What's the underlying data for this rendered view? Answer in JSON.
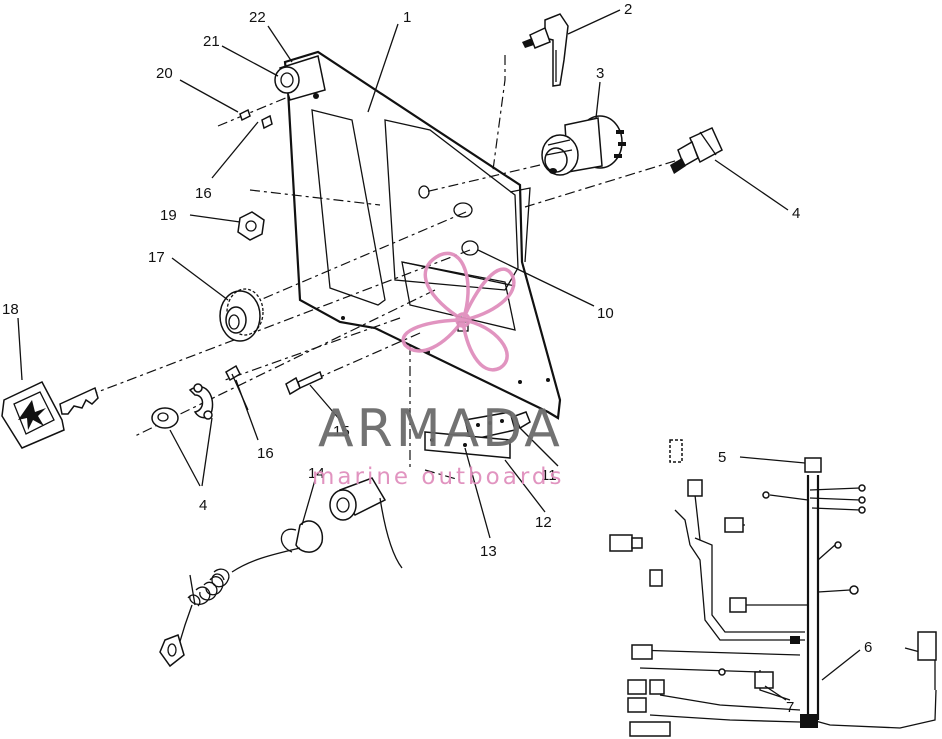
{
  "watermark": {
    "brand": "ARMADA",
    "tagline": "marine outboards",
    "logo_color": "#e08fbd",
    "brand_color": "#6b6b6b"
  },
  "callouts": [
    {
      "id": "c1",
      "label": "1"
    },
    {
      "id": "c2",
      "label": "2"
    },
    {
      "id": "c3",
      "label": "3"
    },
    {
      "id": "c4a",
      "label": "4"
    },
    {
      "id": "c4b",
      "label": "4"
    },
    {
      "id": "c5",
      "label": "5"
    },
    {
      "id": "c6",
      "label": "6"
    },
    {
      "id": "c7",
      "label": "7"
    },
    {
      "id": "c10",
      "label": "10"
    },
    {
      "id": "c11",
      "label": "11"
    },
    {
      "id": "c12",
      "label": "12"
    },
    {
      "id": "c13",
      "label": "13"
    },
    {
      "id": "c14",
      "label": "14"
    },
    {
      "id": "c15",
      "label": "15"
    },
    {
      "id": "c16a",
      "label": "16"
    },
    {
      "id": "c16b",
      "label": "16"
    },
    {
      "id": "c17",
      "label": "17"
    },
    {
      "id": "c18",
      "label": "18"
    },
    {
      "id": "c19",
      "label": "19"
    },
    {
      "id": "c20",
      "label": "20"
    },
    {
      "id": "c21",
      "label": "21"
    },
    {
      "id": "c22",
      "label": "22"
    }
  ]
}
